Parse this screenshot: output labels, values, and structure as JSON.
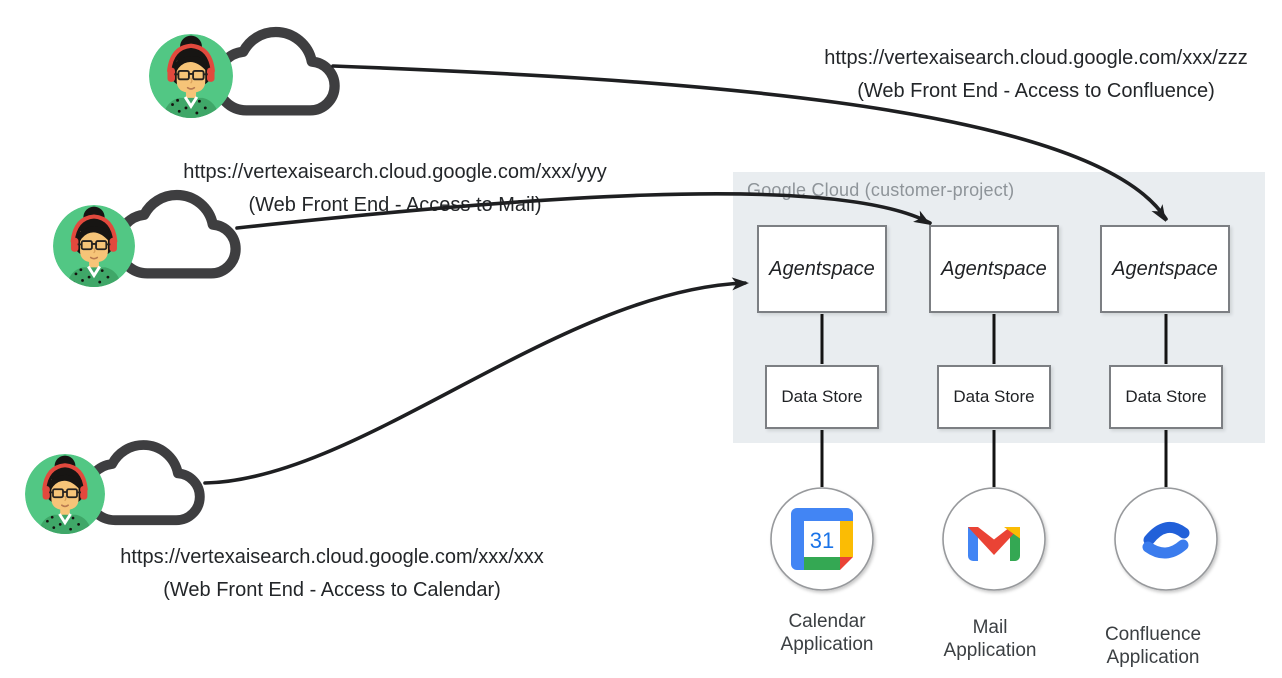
{
  "panel": {
    "title": "Google Cloud (customer-project)"
  },
  "links": [
    {
      "id": "confluence",
      "url": "https://vertexaisearch.cloud.google.com/xxx/zzz",
      "caption": "(Web Front End - Access to Confluence)"
    },
    {
      "id": "mail",
      "url": "https://vertexaisearch.cloud.google.com/xxx/yyy",
      "caption": "(Web Front End - Access to Mail)"
    },
    {
      "id": "calendar",
      "url": "https://vertexaisearch.cloud.google.com/xxx/xxx",
      "caption": "(Web Front End - Access to Calendar)"
    }
  ],
  "columns": [
    {
      "id": "calendar",
      "agent_label": "Agentspace",
      "datastore_label": "Data Store",
      "app_line1": "Calendar",
      "app_line2": "Application",
      "icon": "google-calendar-icon",
      "calendar_day": "31"
    },
    {
      "id": "mail",
      "agent_label": "Agentspace",
      "datastore_label": "Data Store",
      "app_line1": "Mail",
      "app_line2": "Application",
      "icon": "gmail-icon"
    },
    {
      "id": "confluence",
      "agent_label": "Agentspace",
      "datastore_label": "Data Store",
      "app_line1": "Confluence",
      "app_line2": "Application",
      "icon": "confluence-icon"
    }
  ],
  "icons": {
    "user": "user-headset-avatar-icon",
    "cloud": "cloud-outline-icon"
  },
  "colors": {
    "panel_bg": "#e9edf0",
    "panel_title": "#8e9499",
    "box_border": "#7c7f83",
    "arrow": "#1e1f21",
    "google_blue": "#4285f4",
    "google_red": "#ea4335",
    "google_yellow": "#fbbc04",
    "google_green": "#34a853",
    "calendar_number_blue": "#1a73e8",
    "confluence_blue_dark": "#2160d9",
    "confluence_blue_light": "#3b7ced",
    "avatar_green": "#52c784",
    "headset_red": "#e2493d"
  }
}
